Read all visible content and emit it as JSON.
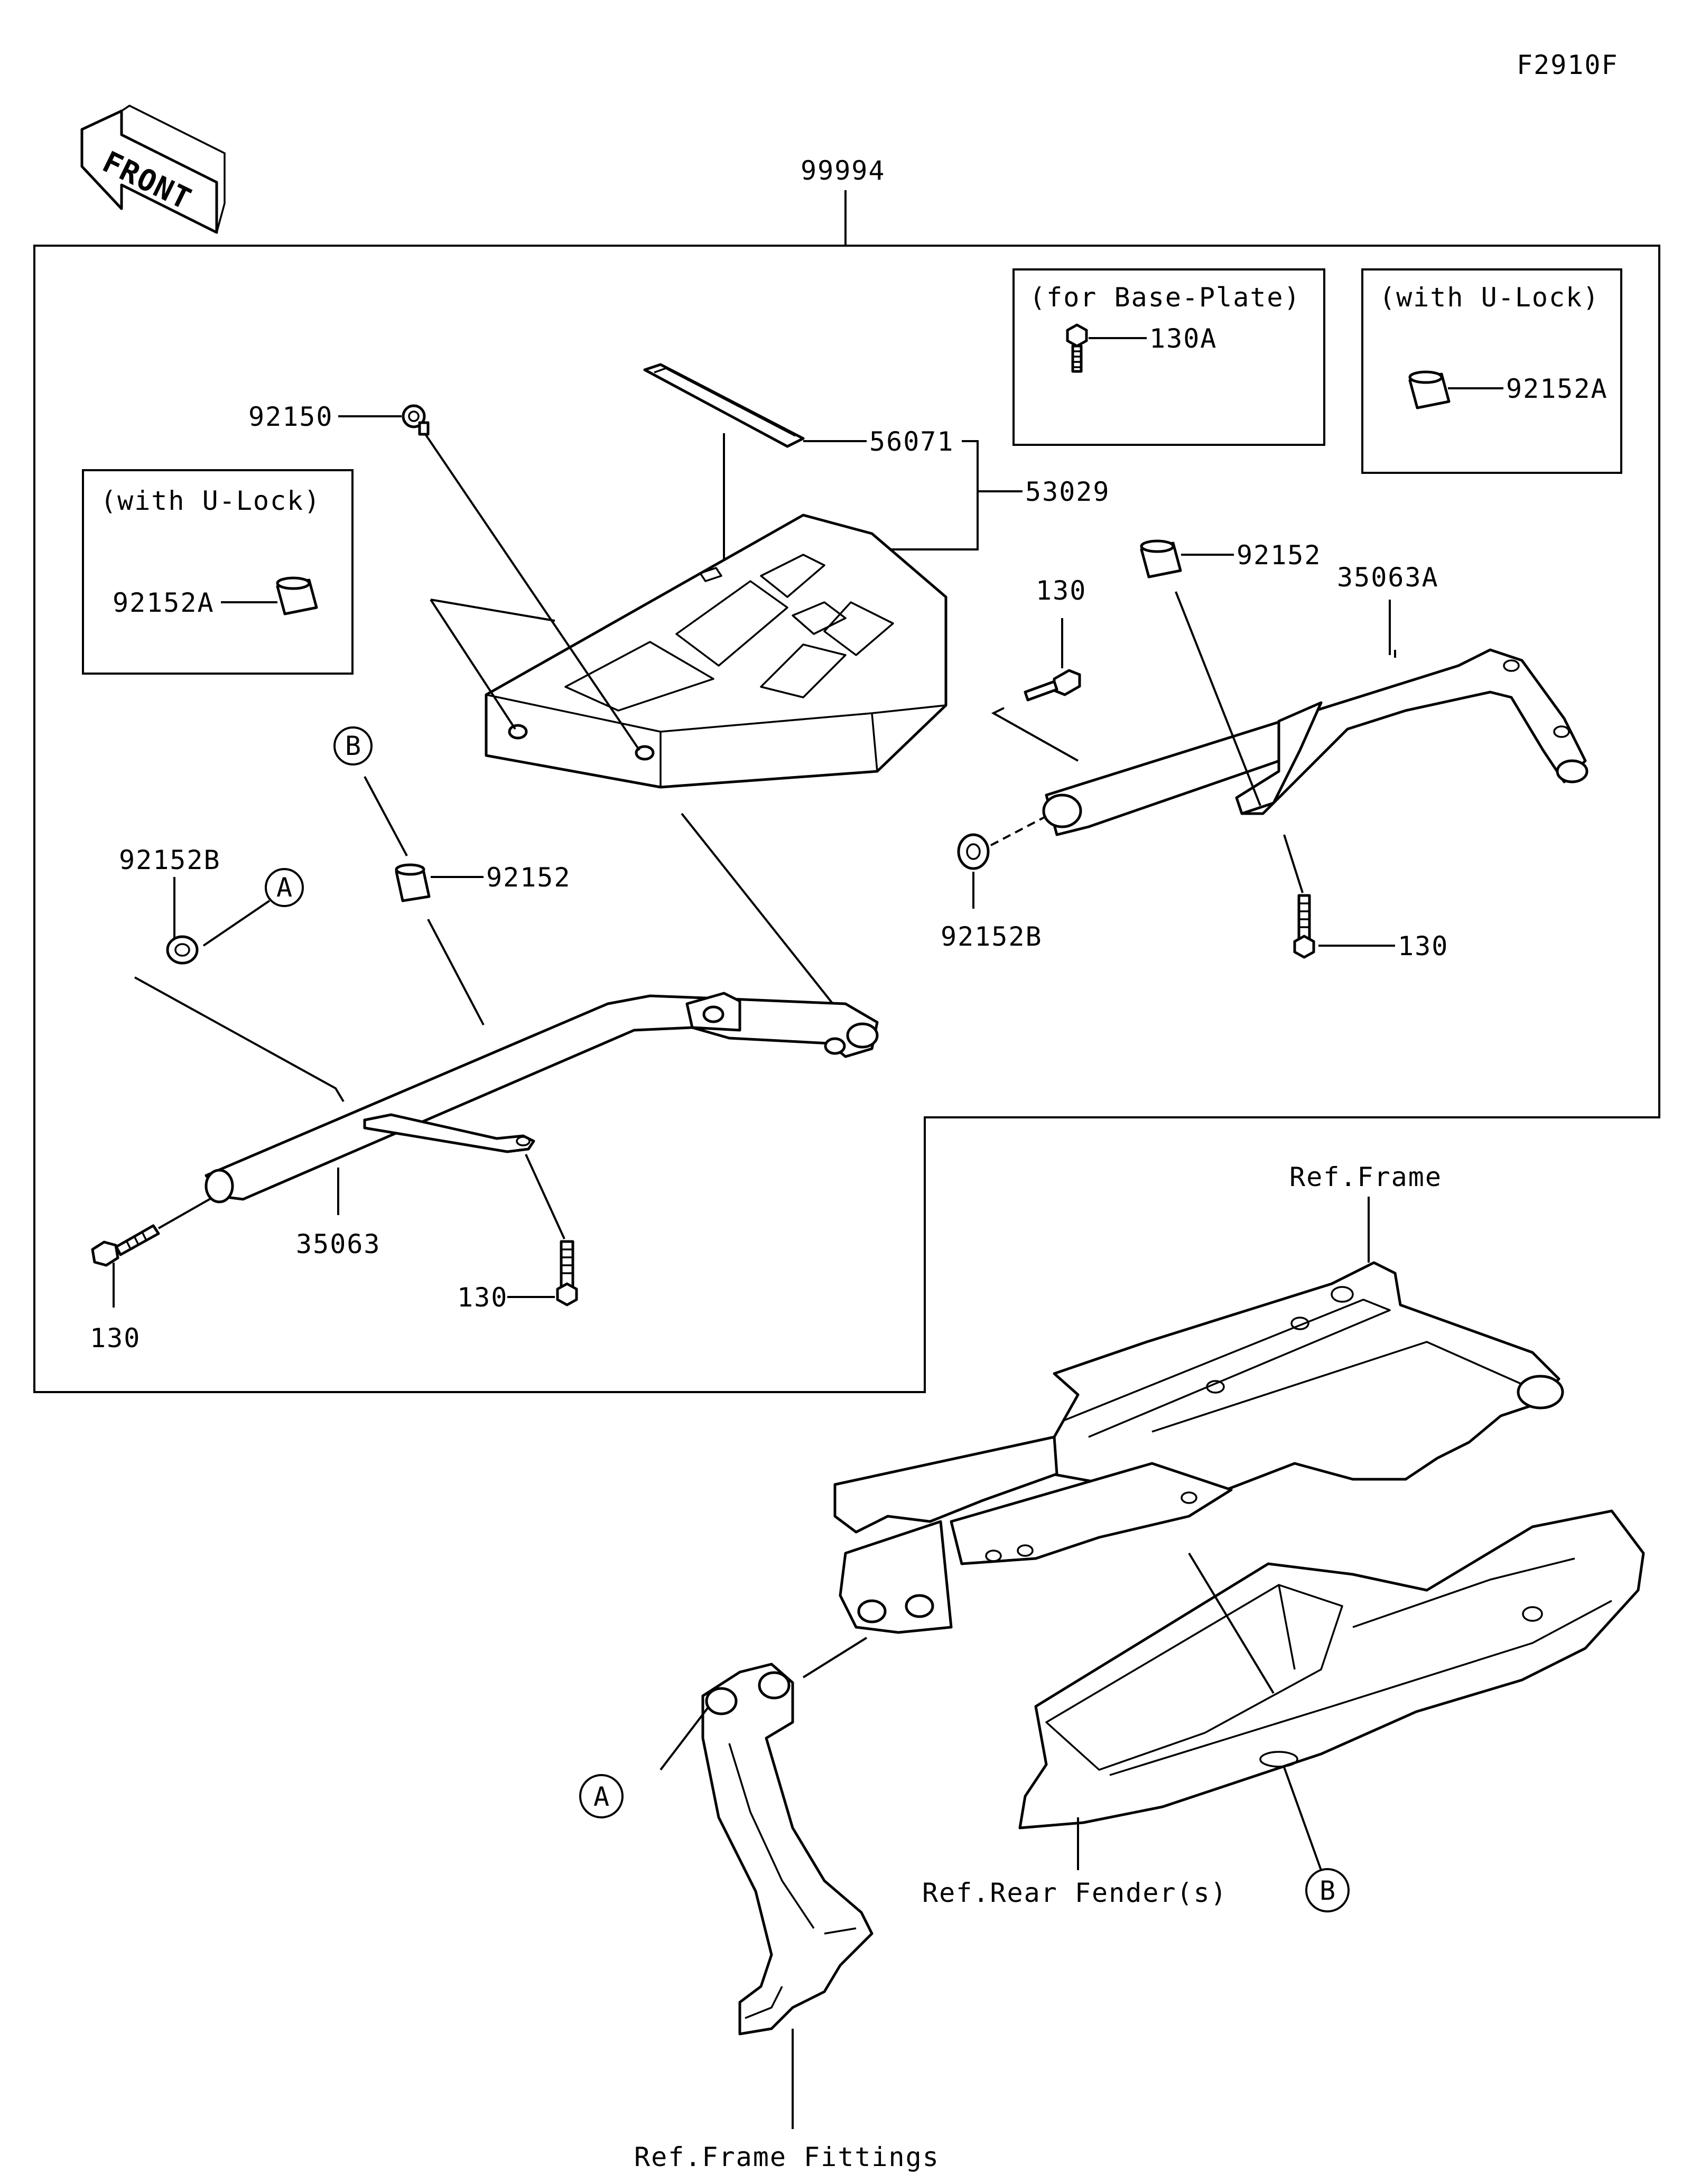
{
  "figure_id": "F2910F",
  "front_label": "FRONT",
  "assembly_number": "99994",
  "boxes": {
    "base_plate_title": "(for Base-Plate)",
    "ulock_right_title": "(with U-Lock)",
    "ulock_left_title": "(with U-Lock)"
  },
  "parts": {
    "p92150": "92150",
    "p56071": "56071",
    "p53029": "53029",
    "p130A": "130A",
    "p92152A_right": "92152A",
    "p92152A_left": "92152A",
    "p130_top": "130",
    "p92152_right": "92152",
    "p35063A": "35063A",
    "p92152B_right": "92152B",
    "p130_right": "130",
    "p92152B_left": "92152B",
    "p92152_left": "92152",
    "p35063": "35063",
    "p130_mid": "130",
    "p130_left": "130"
  },
  "callouts": {
    "A_upper": "A",
    "B_upper": "B",
    "A_lower": "A",
    "B_lower": "B"
  },
  "refs": {
    "frame": "Ref.Frame",
    "rear_fender": "Ref.Rear Fender(s)",
    "frame_fittings": "Ref.Frame Fittings"
  }
}
